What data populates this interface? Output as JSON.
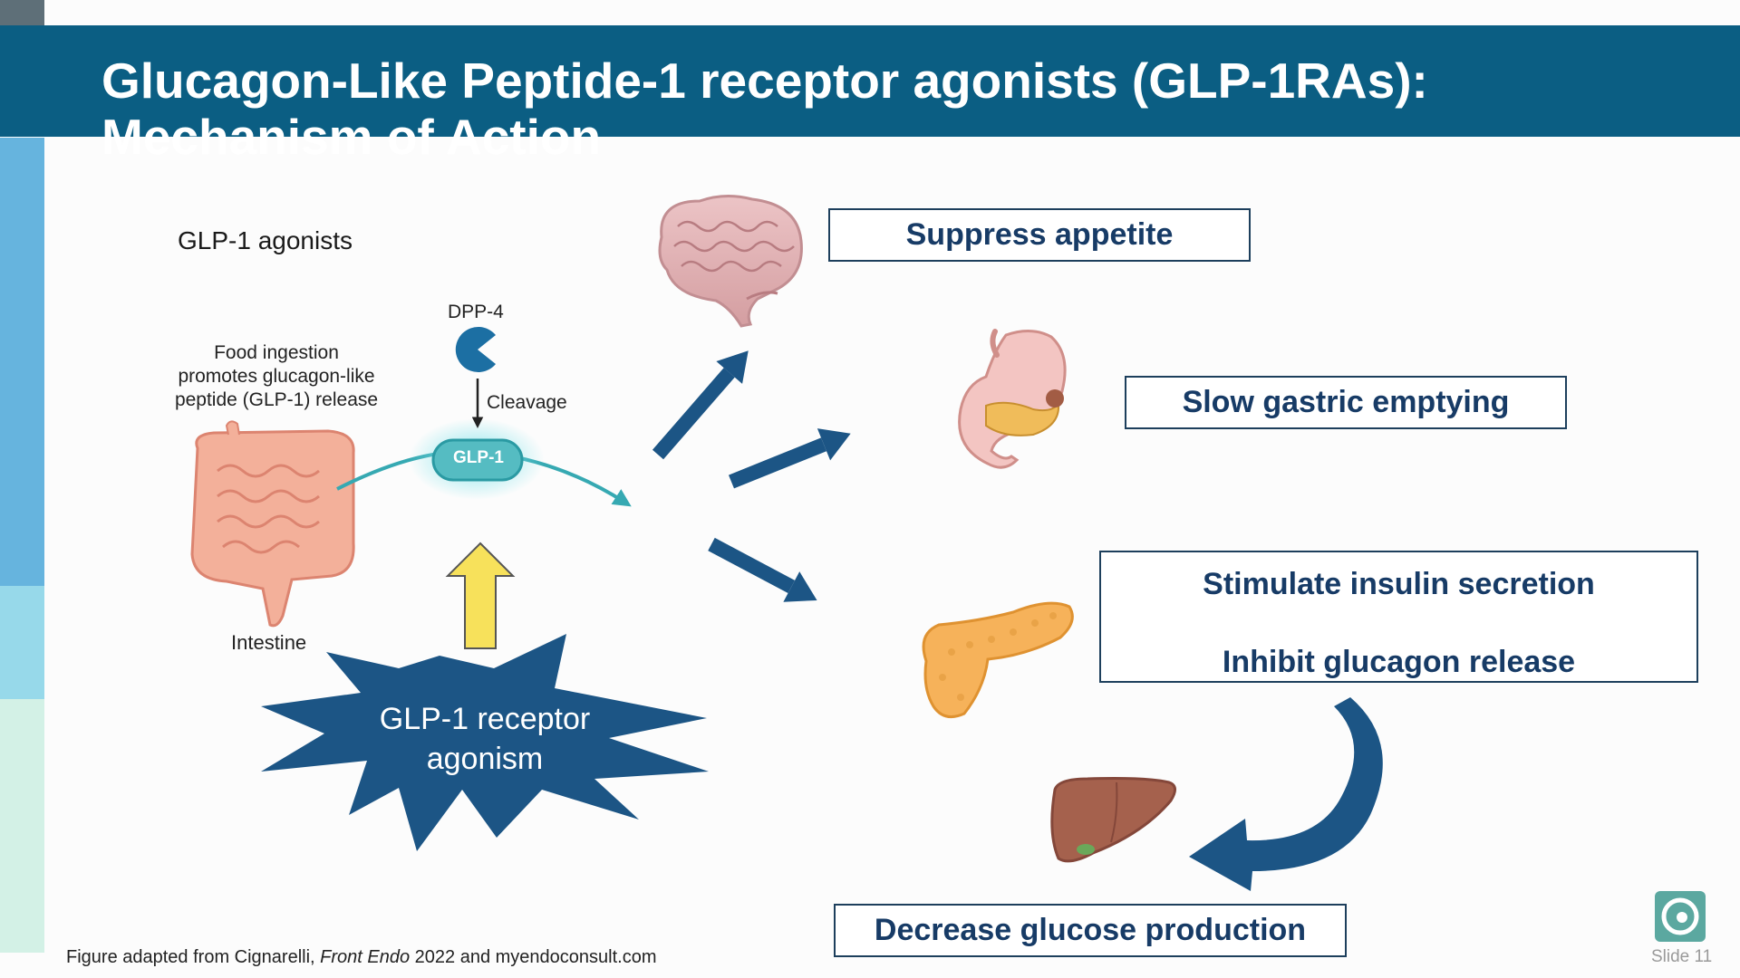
{
  "title": {
    "line1": "Glucagon-Like Peptide-1 receptor agonists (GLP-1RAs):",
    "line2": "Mechanism of Action"
  },
  "figure": {
    "agonists_label": "GLP-1 agonists",
    "dpp4_label": "DPP-4",
    "food_label": "Food ingestion promotes glucagon-like peptide (GLP-1) release",
    "cleavage_label": "Cleavage",
    "glp1_pill": "GLP-1",
    "intestine_label": "Intestine"
  },
  "burst": {
    "line1": "GLP-1 receptor",
    "line2": "agonism"
  },
  "effects": {
    "appetite": "Suppress appetite",
    "gastric": "Slow gastric emptying",
    "insulin": "Stimulate insulin secretion",
    "glucagon": "Inhibit glucagon release",
    "glucose": "Decrease glucose production"
  },
  "footer": {
    "prefix": "Figure adapted from Cignarelli, ",
    "journal": "Front Endo",
    "suffix": " 2022 and myendoconsult.com"
  },
  "slide_number": "Slide 11",
  "colors": {
    "title_band": "#0b5e83",
    "arrow_navy": "#1c5585",
    "box_text": "#173b66",
    "burst": "#1c5585",
    "yellow_arrow": "#f7e15b",
    "glp_teal": "#4fb5bb"
  },
  "icons": [
    "brain-icon",
    "stomach-icon",
    "pancreas-icon",
    "liver-icon",
    "intestine-icon",
    "dpp4-enzyme-icon",
    "logo-icon"
  ]
}
